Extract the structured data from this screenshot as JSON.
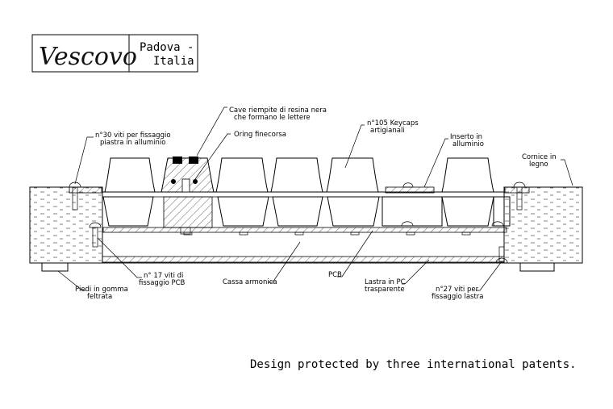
{
  "brand": {
    "logo": "Vescovo",
    "city_line1": "Padova -",
    "city_line2": "Italia"
  },
  "labels": {
    "cave": [
      "Cave riempite di resina nera",
      "che formano le lettere"
    ],
    "oring": [
      "Oring finecorsa"
    ],
    "viti30": [
      "n°30 viti per fissaggio",
      "piastra in alluminio"
    ],
    "keycaps": [
      "n°105 Keycaps",
      "artigianali"
    ],
    "inserto": [
      "Inserto in",
      "alluminio"
    ],
    "cornice": [
      "Cornice in",
      "legno"
    ],
    "viti17": [
      "n° 17 viti di",
      "fissaggio PCB"
    ],
    "cassa": [
      "Cassa armonica"
    ],
    "pcb": [
      "PCB"
    ],
    "lastra": [
      "Lastra in PC",
      "trasparente"
    ],
    "piedi": [
      "Piedi in gomma",
      "feltrata"
    ],
    "viti27": [
      "n°27 viti per",
      "fissaggio lastra"
    ]
  },
  "footer": "Design protected by three international patents."
}
